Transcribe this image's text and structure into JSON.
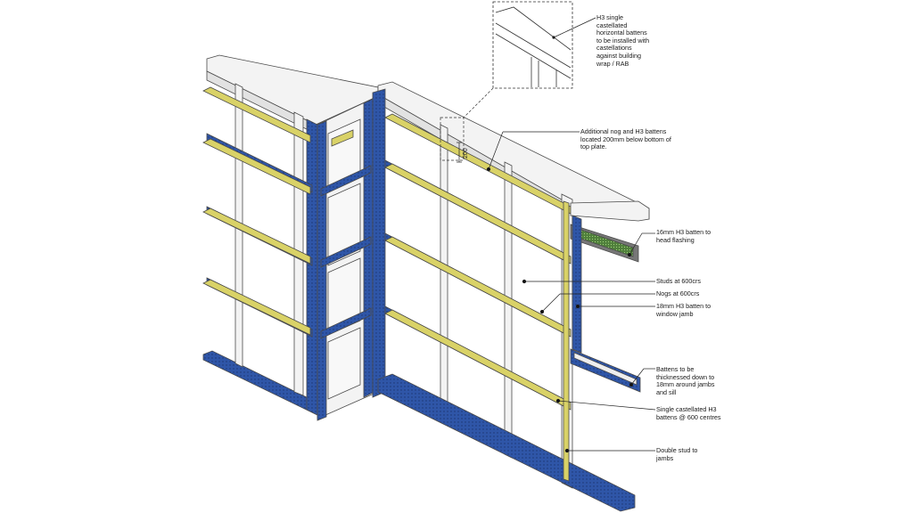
{
  "colors": {
    "timber": "#f3f3f3",
    "timber_edge": "#4a4a4a",
    "wrap_blue": "#2f56a8",
    "batten_yellow": "#d9d267",
    "flashing_green": "#4f7f3b",
    "leader": "#222222"
  },
  "dimension_label": "200",
  "callouts": {
    "h3_single": "H3 single\ncastellated\nhorizontal battens\nto be installed with\ncastellations\nagainst building\nwrap / RAB",
    "additional_nog": "Additional nog and H3 battens\nlocated 200mm below bottom of\ntop plate.",
    "head_flashing": "16mm H3 batten to\nhead flashing",
    "studs": "Studs at 600crs",
    "nogs": "Nogs at 600crs",
    "window_jamb": "18mm H3 batten to\nwindow jamb",
    "thicknessed": "Battens to be\nthicknessed down to\n18mm around jambs\nand sill",
    "single_castellated": "Single castellated H3\nbattens @ 600 centres",
    "double_stud": "Double stud to\njambs"
  }
}
